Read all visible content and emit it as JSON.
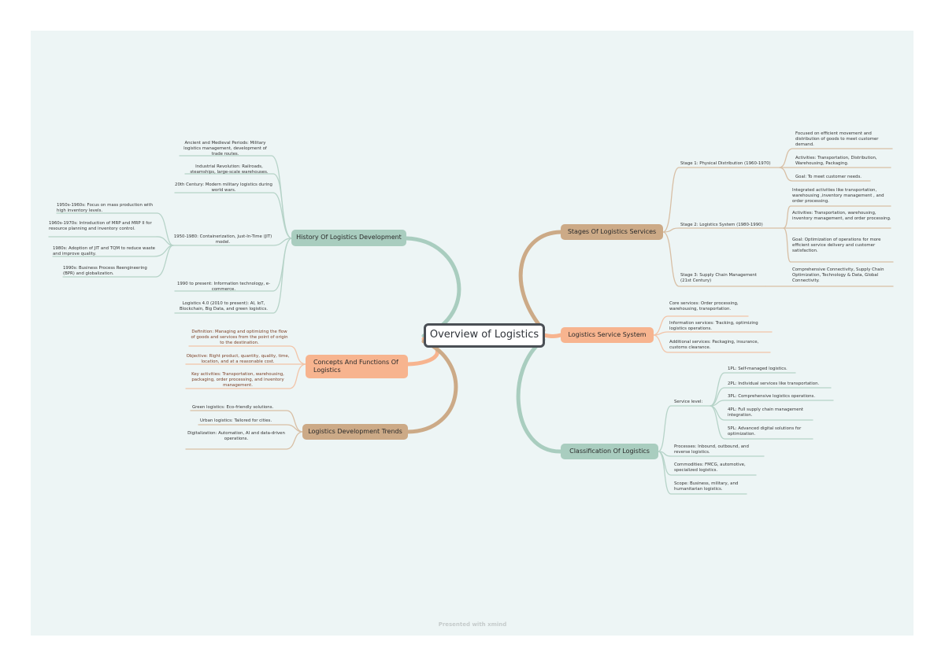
{
  "center": {
    "title": "Overview of Logistics"
  },
  "history": {
    "label": "History Of Logistics Development",
    "items": [
      "Ancient and Medieval Periods: Military logistics management, development of trade routes.",
      "Industrial Revolution: Railroads, steamships, large-scale warehouses.",
      "20th Century: Modern military logistics during world wars.",
      "1950s-1960s: Focus on mass production with high inventory levels.",
      "1960s-1970s: Introduction of MRP and MRP II for resource planning and inventory control.",
      "1980s: Adoption of JIT and TQM to reduce waste and improve quality.",
      "1990s: Business Process Reengineering (BPR) and globalization.",
      "1950-1980: Containerization, Just-In-Time (JIT) model.",
      "1990 to present: Information technology, e-commerce.",
      "Logistics 4.0 (2010 to present): AI, IoT, Blockchain, Big Data, and green logistics."
    ]
  },
  "concepts": {
    "label": "Concepts And Functions Of Logistics",
    "items": [
      "Definition: Managing and optimizing the flow of goods and services from the point of origin to the destination.",
      "Objective: Right product, quantity, quality, time, location, and at a reasonable cost.",
      "Key activities: Transportation, warehousing, packaging, order processing, and inventory management."
    ]
  },
  "trends": {
    "label": "Logistics Development Trends",
    "items": [
      "Green logistics: Eco-friendly solutions.",
      "Urban logistics: Tailored for cities.",
      "Digitalization: Automation, AI and data-driven operations."
    ]
  },
  "stages": {
    "label": "Stages Of Logistics Services",
    "stage1": {
      "label": "Stage 1: Physical Distribution (1960-1970)",
      "items": [
        "Focused on efficient movement and distribution of goods to meet customer demand.",
        "Activities: Transportation, Distribution, Warehousing, Packaging.",
        "Goal: To meet customer needs."
      ]
    },
    "stage2": {
      "label": "Stage 2: Logistics System (1980-1990)",
      "items": [
        "Integrated activities like transportation, warehousing ,inventory management , and order processing.",
        "Activities: Transportation, warehousing, inventory management, and order processing.",
        "Goal: Optimization of operations for more efficient service delivery and customer satisfaction."
      ]
    },
    "stage3": {
      "label": "Stage 3: Supply Chain Management (21st Century)",
      "items": [
        "Comprehensive Connectivity, Supply Chain Optimization, Technology & Data, Global Connectivity."
      ]
    }
  },
  "service": {
    "label": "Logistics Service System",
    "items": [
      "Core services: Order processing, warehousing, transportation.",
      "Information services: Tracking, optimizing logistics operations.",
      "Additional services: Packaging, insurance, customs clearance."
    ]
  },
  "classification": {
    "label": "Classification Of Logistics",
    "service_level": {
      "label": "Service level:",
      "items": [
        "1PL: Self-managed logistics.",
        "2PL: Individual services like transportation.",
        "3PL: Comprehensive logistics operations.",
        "4PL: Full supply chain management integration.",
        "5PL: Advanced digital solutions for optimization."
      ]
    },
    "items": [
      "Processes: Inbound, outbound, and reverse logistics.",
      "Commodities: FMCG, automotive, specialized logistics.",
      "Scope: Business, military, and humanitarian logistics."
    ]
  },
  "footer": {
    "text": "Presented with xmind"
  },
  "colors": {
    "green_branch": "#a9cdbf",
    "tan_branch": "#ccaa87",
    "orange_branch": "#f7b48f",
    "background": "#edf5f5"
  }
}
